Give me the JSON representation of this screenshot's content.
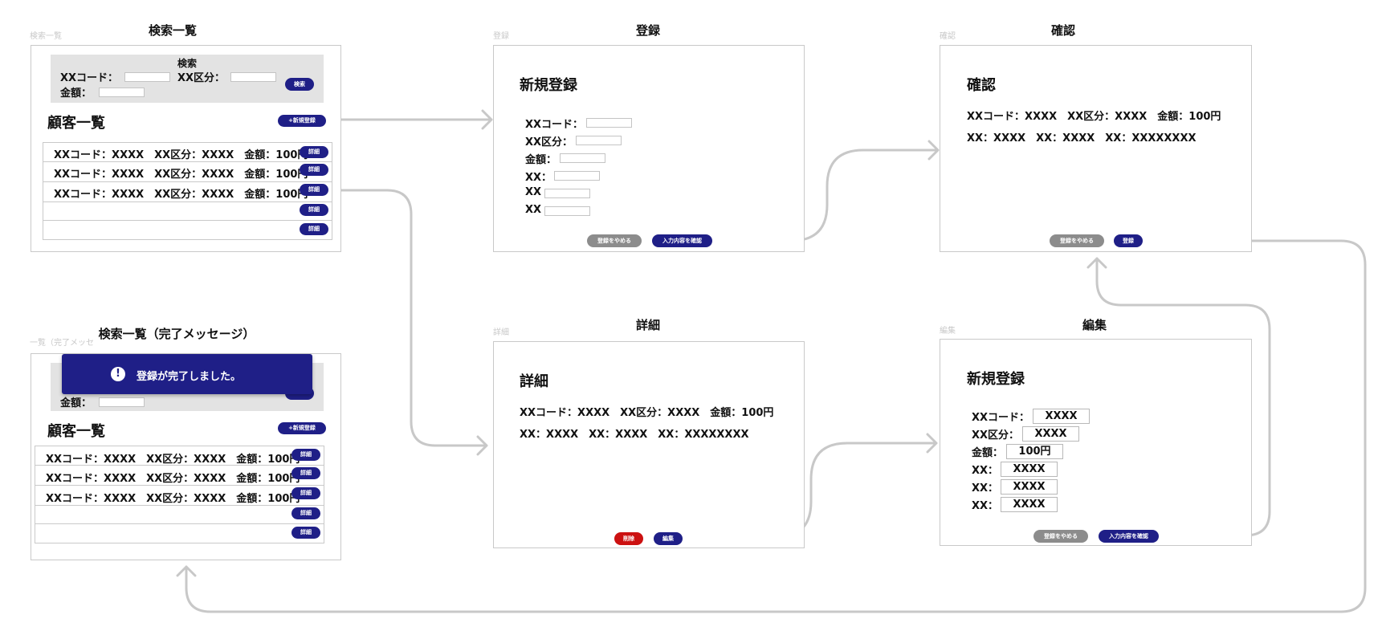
{
  "screens": {
    "search_list": {
      "ghost": "検索一覧",
      "title": "検索一覧",
      "search_title": "検索",
      "code_label": "XXコード：",
      "kubun_label": "XX区分：",
      "amount_label": "金額：",
      "search_button": "検索",
      "list_heading": "顧客一覧",
      "new_button": "+新規登録",
      "rows": [
        "XXコード：XXXX　XX区分：XXXX　金額：100円",
        "XXコード：XXXX　XX区分：XXXX　金額：100円",
        "XXコード：XXXX　XX区分：XXXX　金額：100円",
        "",
        ""
      ],
      "detail_button": "詳細"
    },
    "search_list_done": {
      "ghost": "一覧（完了メッセ",
      "title": "検索一覧（完了メッセージ）",
      "toast_icon": "!",
      "toast_text": "登録が完了しました。",
      "amount_label": "金額：",
      "list_heading": "顧客一覧",
      "new_button": "+新規登録",
      "rows": [
        "XXコード：XXXX　XX区分：XXXX　金額：100円",
        "XXコード：XXXX　XX区分：XXXX　金額：100円",
        "XXコード：XXXX　XX区分：XXXX　金額：100円",
        "",
        ""
      ],
      "detail_button": "詳細"
    },
    "register": {
      "ghost": "登録",
      "title": "登録",
      "heading": "新規登録",
      "fields": [
        "XXコード：",
        "XX区分：",
        "金額：",
        "XX：",
        "XX",
        "XX"
      ],
      "cancel_button": "登録をやめる",
      "confirm_button": "入力内容を確認"
    },
    "confirm": {
      "ghost": "確認",
      "title": "確認",
      "heading": "確認",
      "line1": "XXコード：XXXX　XX区分：XXXX　金額：100円",
      "line2": "XX：XXXX　XX：XXXX　XX：XXXXXXXX",
      "cancel_button": "登録をやめる",
      "submit_button": "登録"
    },
    "detail": {
      "ghost": "詳細",
      "title": "詳細",
      "heading": "詳細",
      "line1": "XXコード：XXXX　XX区分：XXXX　金額：100円",
      "line2": "XX：XXXX　XX：XXXX　XX：XXXXXXXX",
      "delete_button": "削除",
      "edit_button": "編集"
    },
    "edit": {
      "ghost": "編集",
      "title": "編集",
      "heading": "新規登録",
      "fields": [
        {
          "label": "XXコード：",
          "value": "XXXX"
        },
        {
          "label": "XX区分：",
          "value": "XXXX"
        },
        {
          "label": "金額：",
          "value": "100円"
        },
        {
          "label": "XX：",
          "value": "XXXX"
        },
        {
          "label": "XX：",
          "value": "XXXX"
        },
        {
          "label": "XX：",
          "value": "XXXX"
        }
      ],
      "cancel_button": "登録をやめる",
      "confirm_button": "入力内容を確認"
    }
  },
  "colors": {
    "navy": "#1f1f87",
    "gray_button": "#8c8c8c",
    "delete_red": "#cc1111",
    "arrow": "#c8c8c8",
    "search_bg": "#e3e3e3"
  }
}
